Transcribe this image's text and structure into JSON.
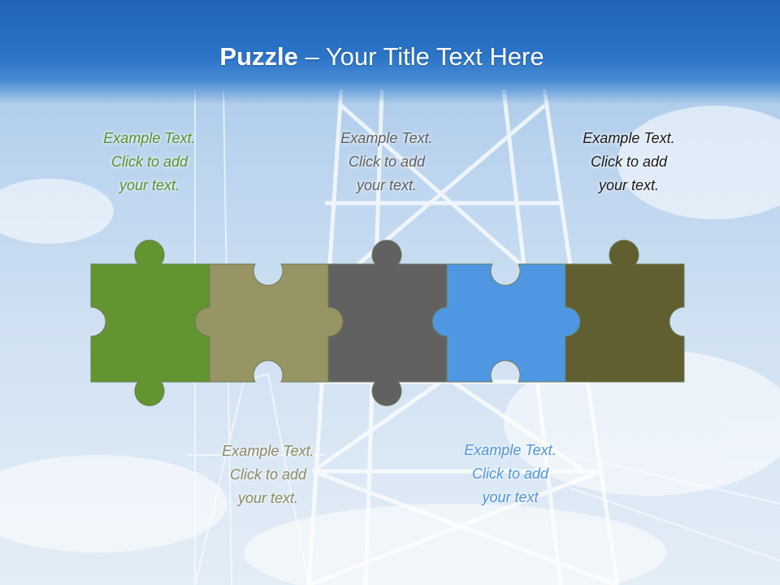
{
  "slide": {
    "title_bold": "Puzzle",
    "title_rest": " – Your Title Text Here"
  },
  "captions": [
    {
      "lines": [
        "Example Text.",
        "Click  to add",
        "your text."
      ],
      "color": "#5a8f2e"
    },
    {
      "lines": [
        "Example Text.",
        "Click  to add",
        "your text."
      ],
      "color": "#8a8a62"
    },
    {
      "lines": [
        "Example Text.",
        "Click  to add",
        "your text."
      ],
      "color": "#5f5f5f"
    },
    {
      "lines": [
        "Example Text.",
        "Click  to add",
        "your text"
      ],
      "color": "#4f95e0"
    },
    {
      "lines": [
        "Example Text.",
        "Click  to add",
        "your text."
      ],
      "color": "#1a1a1a"
    }
  ],
  "pieces": [
    {
      "name": "green",
      "color": "#62952f"
    },
    {
      "name": "khaki",
      "color": "#979564"
    },
    {
      "name": "gray",
      "color": "#616161"
    },
    {
      "name": "blue",
      "color": "#4f97e3"
    },
    {
      "name": "olive",
      "color": "#5f5f30"
    }
  ]
}
